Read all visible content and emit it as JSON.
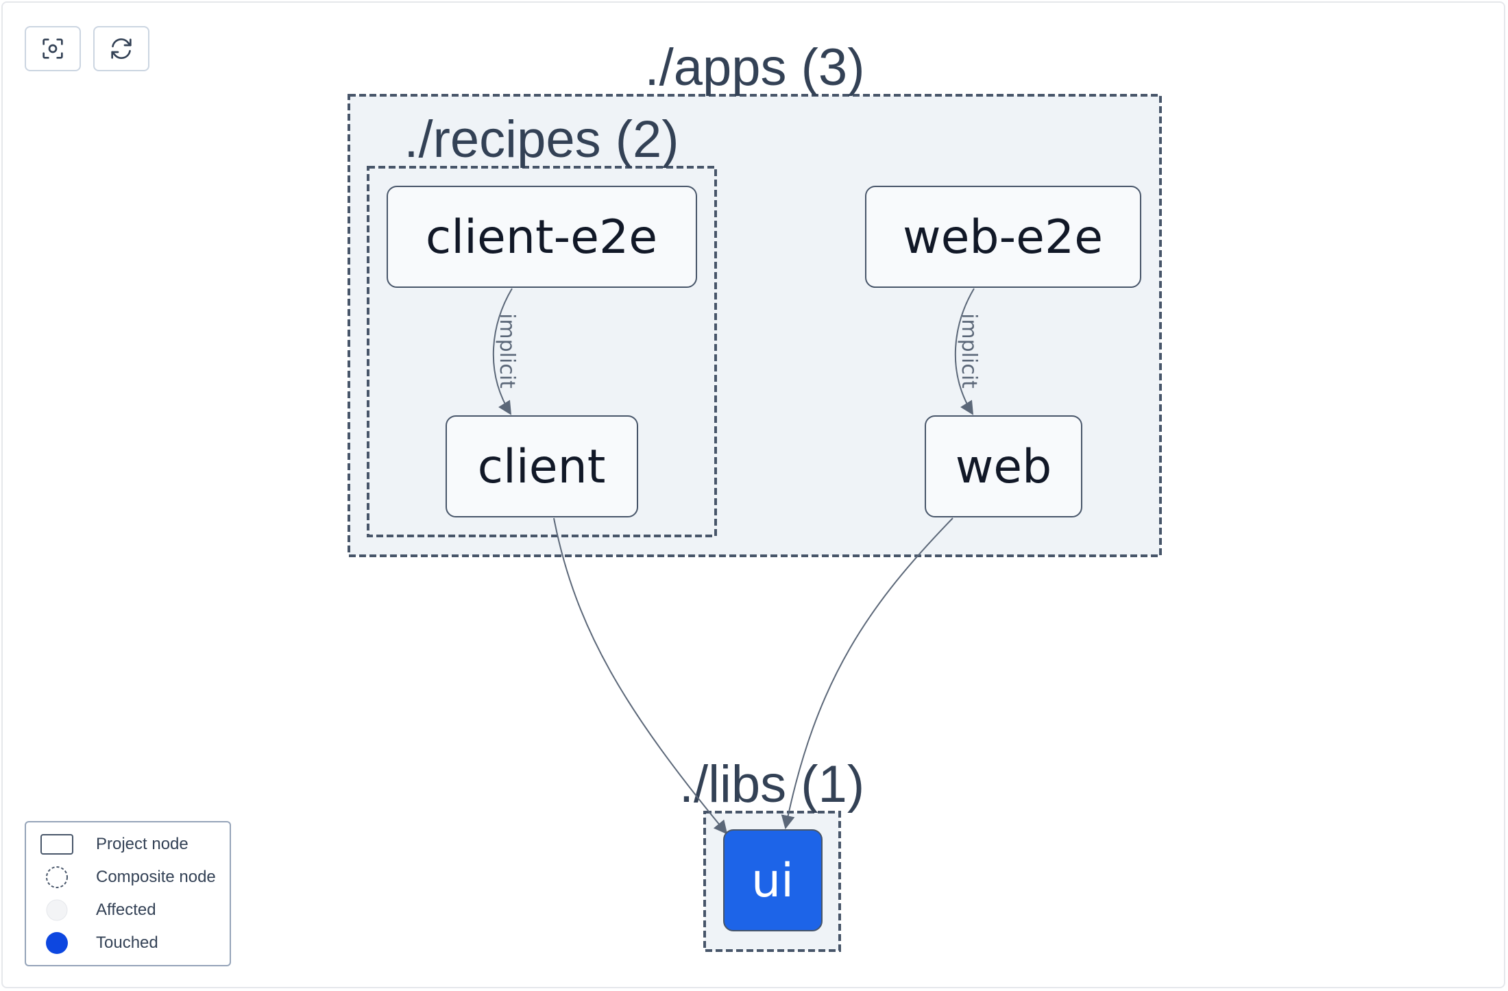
{
  "toolbar": {
    "fit_icon": "focus-camera-icon",
    "reset_icon": "refresh-icon"
  },
  "groups": {
    "apps": {
      "label": "./apps (3)"
    },
    "recipes": {
      "label": "./recipes (2)"
    },
    "libs": {
      "label": "./libs (1)"
    }
  },
  "nodes": {
    "client_e2e": {
      "label": "client-e2e"
    },
    "web_e2e": {
      "label": "web-e2e"
    },
    "client": {
      "label": "client"
    },
    "web": {
      "label": "web"
    },
    "ui": {
      "label": "ui"
    }
  },
  "edges": {
    "client_e2e_to_client": {
      "label": "implicit"
    },
    "web_e2e_to_web": {
      "label": "implicit"
    }
  },
  "legend": {
    "project_node": "Project node",
    "composite_node": "Composite node",
    "affected": "Affected",
    "touched": "Touched"
  },
  "colors": {
    "touched": "#1d64e8",
    "group_fill": "#eff3f7",
    "node_fill": "#f8fafc",
    "border": "#475569",
    "group_text": "#334155",
    "edge": "#5b6778"
  }
}
